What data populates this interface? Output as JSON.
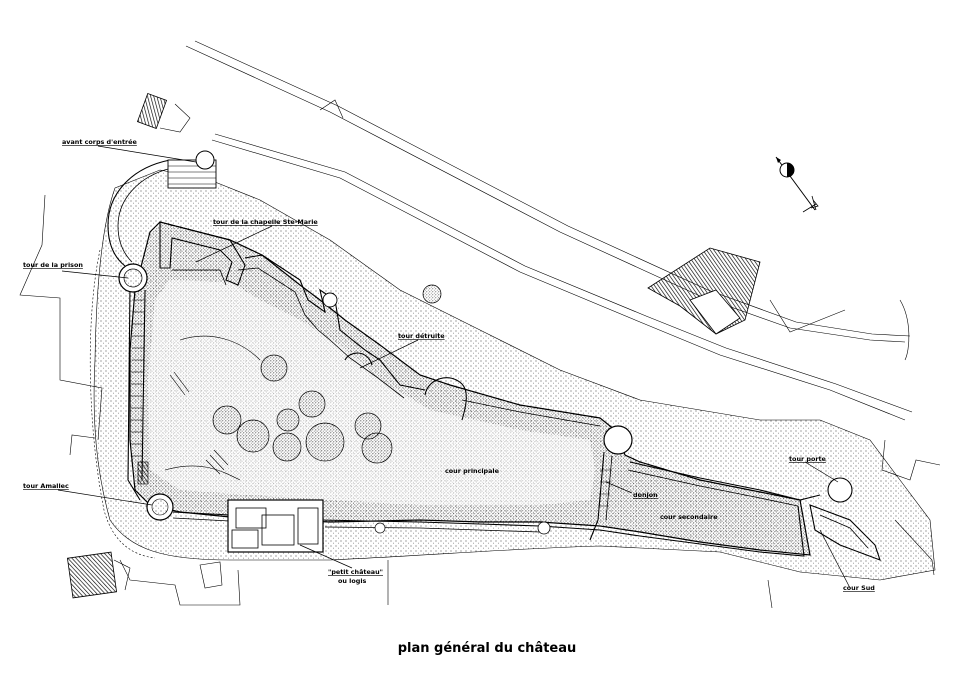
{
  "caption": "plan général du château",
  "labels": {
    "avant_corps": "avant corps d'entrée",
    "tour_chapelle": "tour de la chapelle Ste-Marie",
    "tour_prison": "tour de la prison",
    "tour_detruite": "tour détruite",
    "tour_amallec": "tour Amallec",
    "cour_principale": "cour principale",
    "donjon": "donjon",
    "cour_secondaire": "cour secondaire",
    "tour_porte": "tour porte",
    "petit_chateau_1": "\"petit château\"",
    "petit_chateau_2": "ou logis",
    "cour_sud": "cour Sud"
  },
  "colors": {
    "ink": "#000000",
    "paper": "#ffffff",
    "stipple": "#000000"
  },
  "icons": {
    "north_arrow": "compass-rose-icon"
  }
}
